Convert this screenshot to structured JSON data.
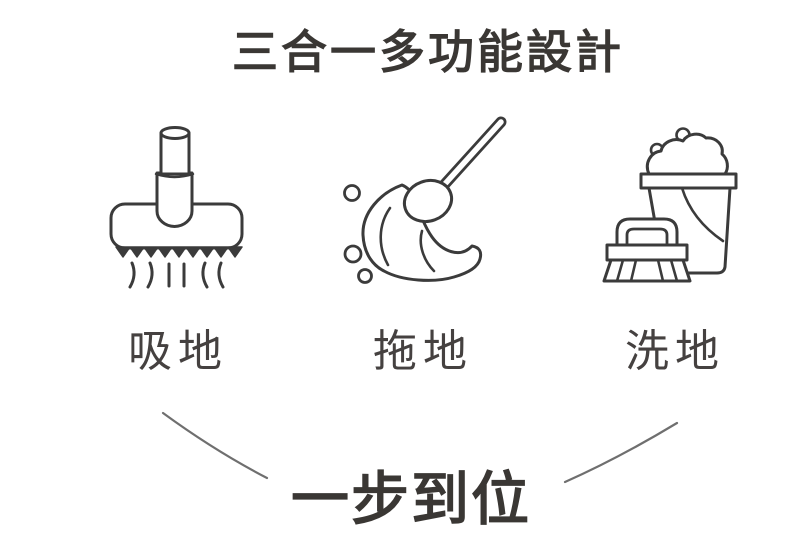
{
  "title": "三合一多功能設計",
  "features": [
    {
      "label": "吸地",
      "icon": "vacuum-head-icon"
    },
    {
      "label": "拖地",
      "icon": "mop-icon"
    },
    {
      "label": "洗地",
      "icon": "bucket-brush-icon"
    }
  ],
  "conclusion": "一步到位",
  "colors": {
    "background": "#ffffff",
    "heading_text": "#3a3734",
    "label_text": "#454140",
    "icon_stroke": "#3b3b3b",
    "arc_line": "#6f6f6f"
  }
}
